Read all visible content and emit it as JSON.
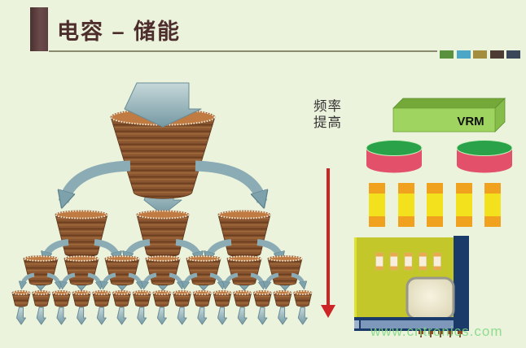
{
  "slide": {
    "title": "电容 – 储能",
    "background_color": "#ECF3DD",
    "accent_bar_color": "#5E4040",
    "rule_color": "#8A8A6E",
    "title_color": "#4E2D2D",
    "corner_squares": [
      "#59913F",
      "#4CA7C7",
      "#A38D3E",
      "#4E3B33",
      "#3A4659"
    ]
  },
  "annotation": {
    "lines": [
      "频率",
      "提高"
    ],
    "arrow_color": "#CD2525",
    "text_color": "#333333"
  },
  "cascade_diagram": {
    "description": "capacitor energy-storage cascade from bulk to tiny capacitors",
    "levels": [
      {
        "name": "input-arrow",
        "count": 1
      },
      {
        "name": "bulk-capacitor",
        "count": 1
      },
      {
        "name": "mid-capacitors",
        "count": 3
      },
      {
        "name": "small-capacitors",
        "count": 7
      },
      {
        "name": "tiny-capacitors",
        "count": 15
      }
    ],
    "colors": {
      "arrow_light": "#C6D8DA",
      "arrow_dark": "#7599A3",
      "arrow_outline": "#688C96",
      "curve_arrow": "#8CACB5",
      "wood_base": "#8A5530",
      "wood_dark": "#6A3D1E",
      "wood_light": "#A06B3B",
      "barrel_top": "#C07B42",
      "rim_beads": "#F2EBD8"
    }
  },
  "component_panel": {
    "vrm": {
      "label": "VRM",
      "front": "#9ED45F",
      "top": "#74A839",
      "side": "#86BC4A"
    },
    "bulk_capacitors": {
      "count": 2,
      "top_color": "#2AA24A",
      "body_color": "#E3506A"
    },
    "mlcc_capacitors": {
      "count": 5,
      "body_color": "#F4E11E",
      "terminal_color": "#F0A11D"
    },
    "chip_package": {
      "board_color": "#C3C729",
      "board_edge_color": "#DDE32E",
      "substrate_color": "#1A3A69",
      "die_color": "#EFEAD0",
      "connector_bar_color": "#7E98BB",
      "embedded_capacitor_count": 5,
      "pin_count": 5
    }
  },
  "watermark": {
    "text": "www.cntronics.com",
    "color": "#7ED87E"
  }
}
